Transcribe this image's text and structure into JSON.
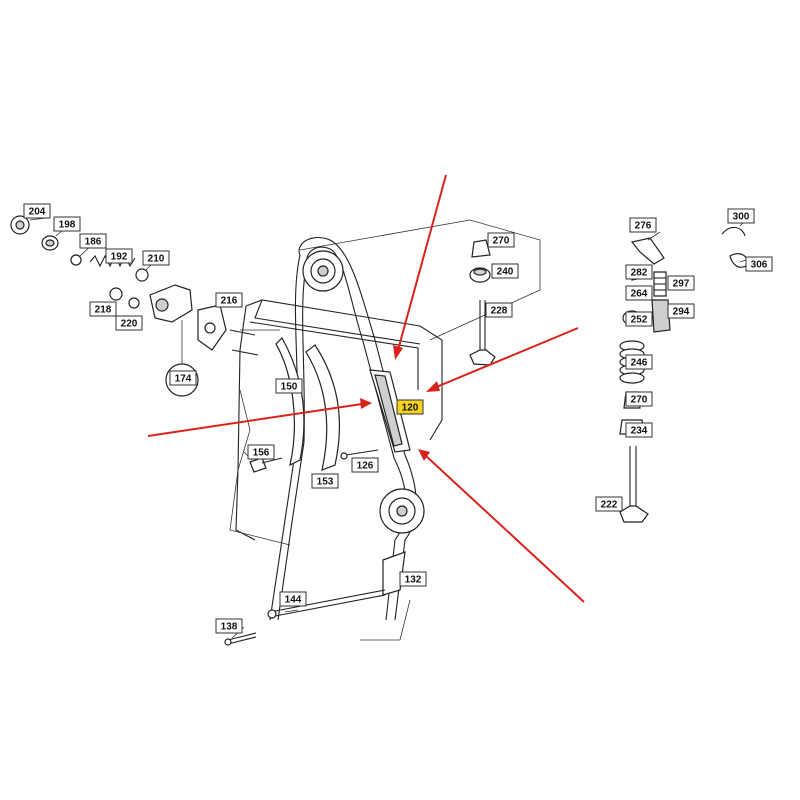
{
  "diagram": {
    "labels": [
      {
        "text": "204"
      },
      {
        "text": "198"
      },
      {
        "text": "186"
      },
      {
        "text": "192"
      },
      {
        "text": "210"
      },
      {
        "text": "218"
      },
      {
        "text": "220"
      },
      {
        "text": "216"
      },
      {
        "text": "174"
      },
      {
        "text": "150"
      },
      {
        "text": "156"
      },
      {
        "text": "153"
      },
      {
        "text": "126"
      },
      {
        "text": "120",
        "highlighted": true
      },
      {
        "text": "270"
      },
      {
        "text": "240"
      },
      {
        "text": "228"
      },
      {
        "text": "276"
      },
      {
        "text": "282"
      },
      {
        "text": "297"
      },
      {
        "text": "264"
      },
      {
        "text": "252"
      },
      {
        "text": "294"
      },
      {
        "text": "246"
      },
      {
        "text": "270"
      },
      {
        "text": "234"
      },
      {
        "text": "222"
      },
      {
        "text": "300"
      },
      {
        "text": "306"
      },
      {
        "text": "132"
      },
      {
        "text": "144"
      },
      {
        "text": "138"
      }
    ],
    "colors": {
      "arrow": "#d9231c",
      "highlight": "#f7d21e",
      "line": "#222222"
    }
  }
}
